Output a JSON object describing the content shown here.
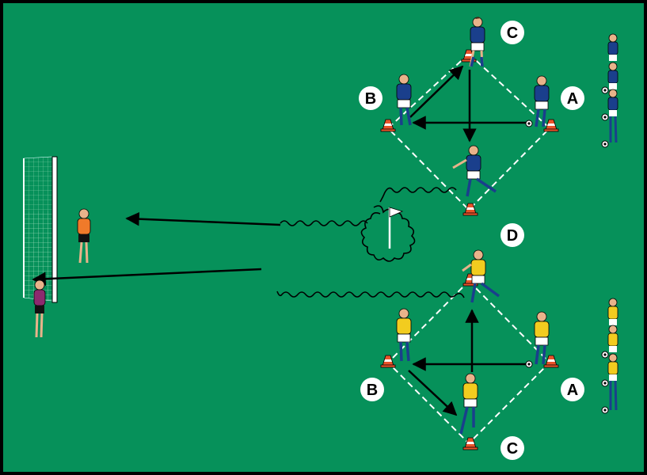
{
  "colors": {
    "pitch": "#06915a",
    "border": "#000000",
    "line": "#ffffff",
    "team_blue": "#1a3f8c",
    "team_yellow": "#f2cc1f",
    "goalkeeper_orange": "#f07a2a",
    "goalkeeper_purple": "#8c2a6e",
    "cone": "#e8542a"
  },
  "labels": {
    "top_a": "A",
    "top_b": "B",
    "top_c": "C",
    "center_d": "D",
    "bottom_a": "A",
    "bottom_b": "B",
    "bottom_c": "C"
  },
  "icons": [
    "player-icon",
    "cone-icon",
    "ball-icon",
    "flag-icon",
    "goal-icon"
  ]
}
